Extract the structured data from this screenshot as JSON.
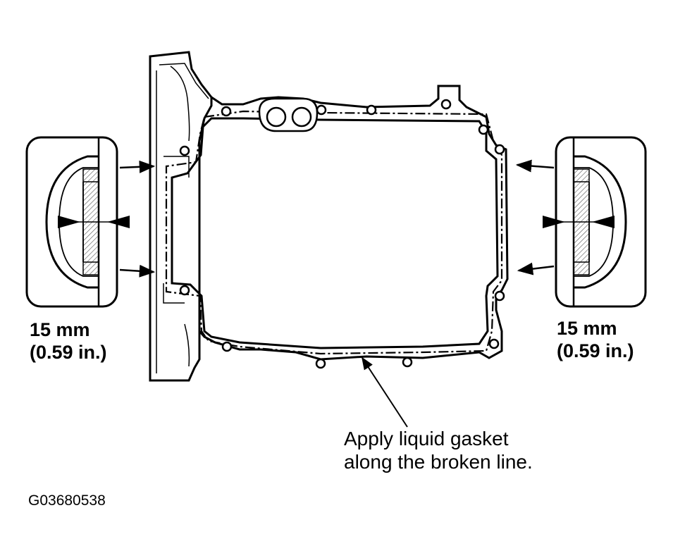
{
  "left_dimension": {
    "value": "15 mm",
    "imperial": "(0.59 in.)"
  },
  "right_dimension": {
    "value": "15 mm",
    "imperial": "(0.59 in.)"
  },
  "callout": {
    "line1": "Apply liquid gasket",
    "line2": "along the broken line."
  },
  "figure_code": "G03680538",
  "colors": {
    "ink": "#000000",
    "paper": "#ffffff",
    "hatch": "#555555"
  }
}
